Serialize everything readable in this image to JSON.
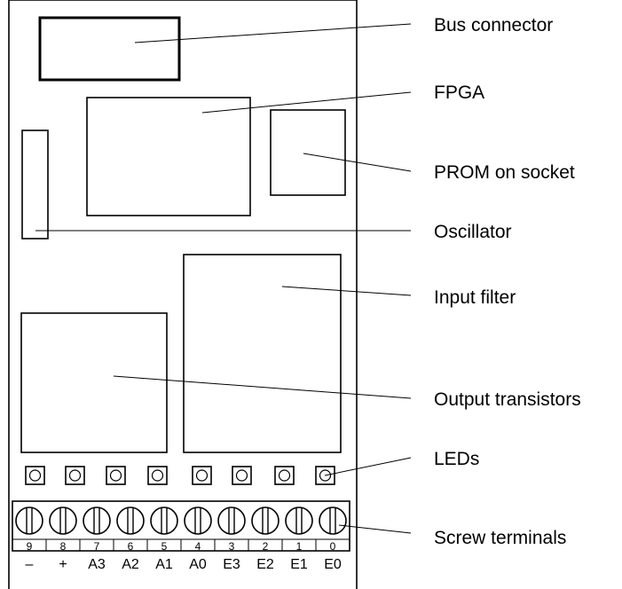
{
  "callouts": {
    "bus_connector": "Bus connector",
    "fpga": "FPGA",
    "prom": "PROM on socket",
    "oscillator": "Oscillator",
    "input_filter": "Input filter",
    "output_transistors": "Output transistors",
    "leds": "LEDs",
    "screw_terminals": "Screw terminals"
  },
  "terminal_numbers": [
    "9",
    "8",
    "7",
    "6",
    "5",
    "4",
    "3",
    "2",
    "1",
    "0"
  ],
  "terminal_signals": [
    "–",
    "+",
    "A3",
    "A2",
    "A1",
    "A0",
    "E3",
    "E2",
    "E1",
    "E0"
  ],
  "led_count": 8,
  "colors": {
    "line": "#000000",
    "background": "#ffffff"
  }
}
